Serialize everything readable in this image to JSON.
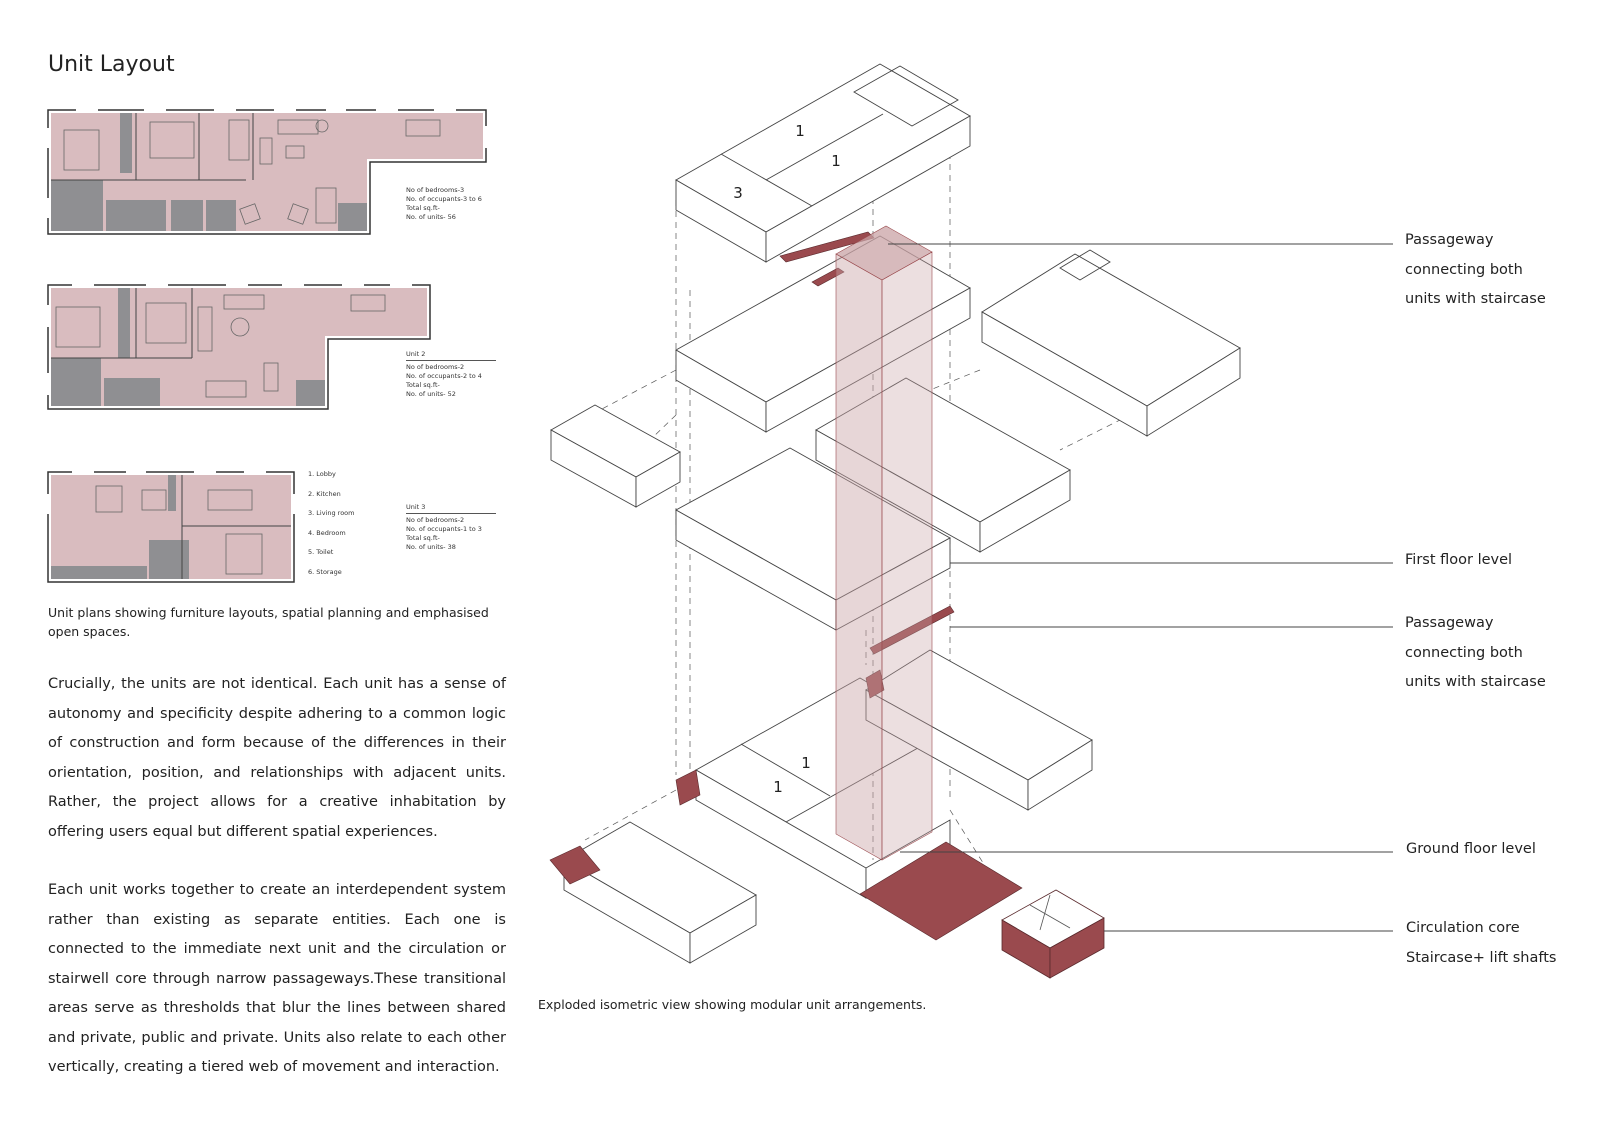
{
  "page": {
    "title": "Unit Layout",
    "plan_caption": "Unit plans showing furniture layouts, spatial planning and emphasised open spaces.",
    "paragraph_1": "Crucially, the units are not identical. Each unit has a sense of autonomy and specificity despite adhering to a common logic of construction and form because of the differences in their orientation, position, and relationships with adjacent units. Rather, the project allows for a creative inhabitation by offering users equal but different spatial experiences.",
    "paragraph_2": "Each unit works together to create an interdependent system rather than existing as separate entities. Each one is connected to the immediate next unit and the circulation or stairwell core through narrow passageways.These transitional areas serve as thresholds that blur the lines between shared and private, public and private. Units also relate to each other vertically, creating a tiered web of movement and interaction.",
    "iso_caption": "Exploded isometric view showing modular unit arrangements."
  },
  "units": [
    {
      "name": "",
      "lines": [
        "No of bedrooms-3",
        "No. of occupants-3 to 6",
        "Total sq.ft-",
        "No. of units- 56"
      ]
    },
    {
      "name": "Unit 2",
      "lines": [
        "No of bedrooms-2",
        "No. of occupants-2 to 4",
        "Total sq.ft-",
        "No. of units- 52"
      ]
    },
    {
      "name": "Unit 3",
      "lines": [
        "No of bedrooms-2",
        "No. of occupants-1 to 3",
        "Total sq.ft-",
        "No. of units- 38"
      ]
    }
  ],
  "legend": [
    "1. Lobby",
    "2. Kitchen",
    "3. Living room",
    "4. Bedroom",
    "5. Toilet",
    "6. Storage"
  ],
  "callouts": {
    "passageway_top": [
      "Passageway",
      "connecting both",
      "units with staircase"
    ],
    "first_floor": "First floor level",
    "passageway_mid": [
      "Passageway",
      "connecting both",
      "units with staircase"
    ],
    "ground_floor": "Ground floor level",
    "circulation": [
      "Circulation core",
      "Staircase+ lift shafts"
    ]
  },
  "roof_labels": [
    "1",
    "1",
    "3",
    "1",
    "1"
  ],
  "colors": {
    "room_fill": "#d9bcbf",
    "wet_fill": "#8f8f92",
    "accent": "#9a4a4e",
    "core_fill": "#c9a3a6"
  }
}
